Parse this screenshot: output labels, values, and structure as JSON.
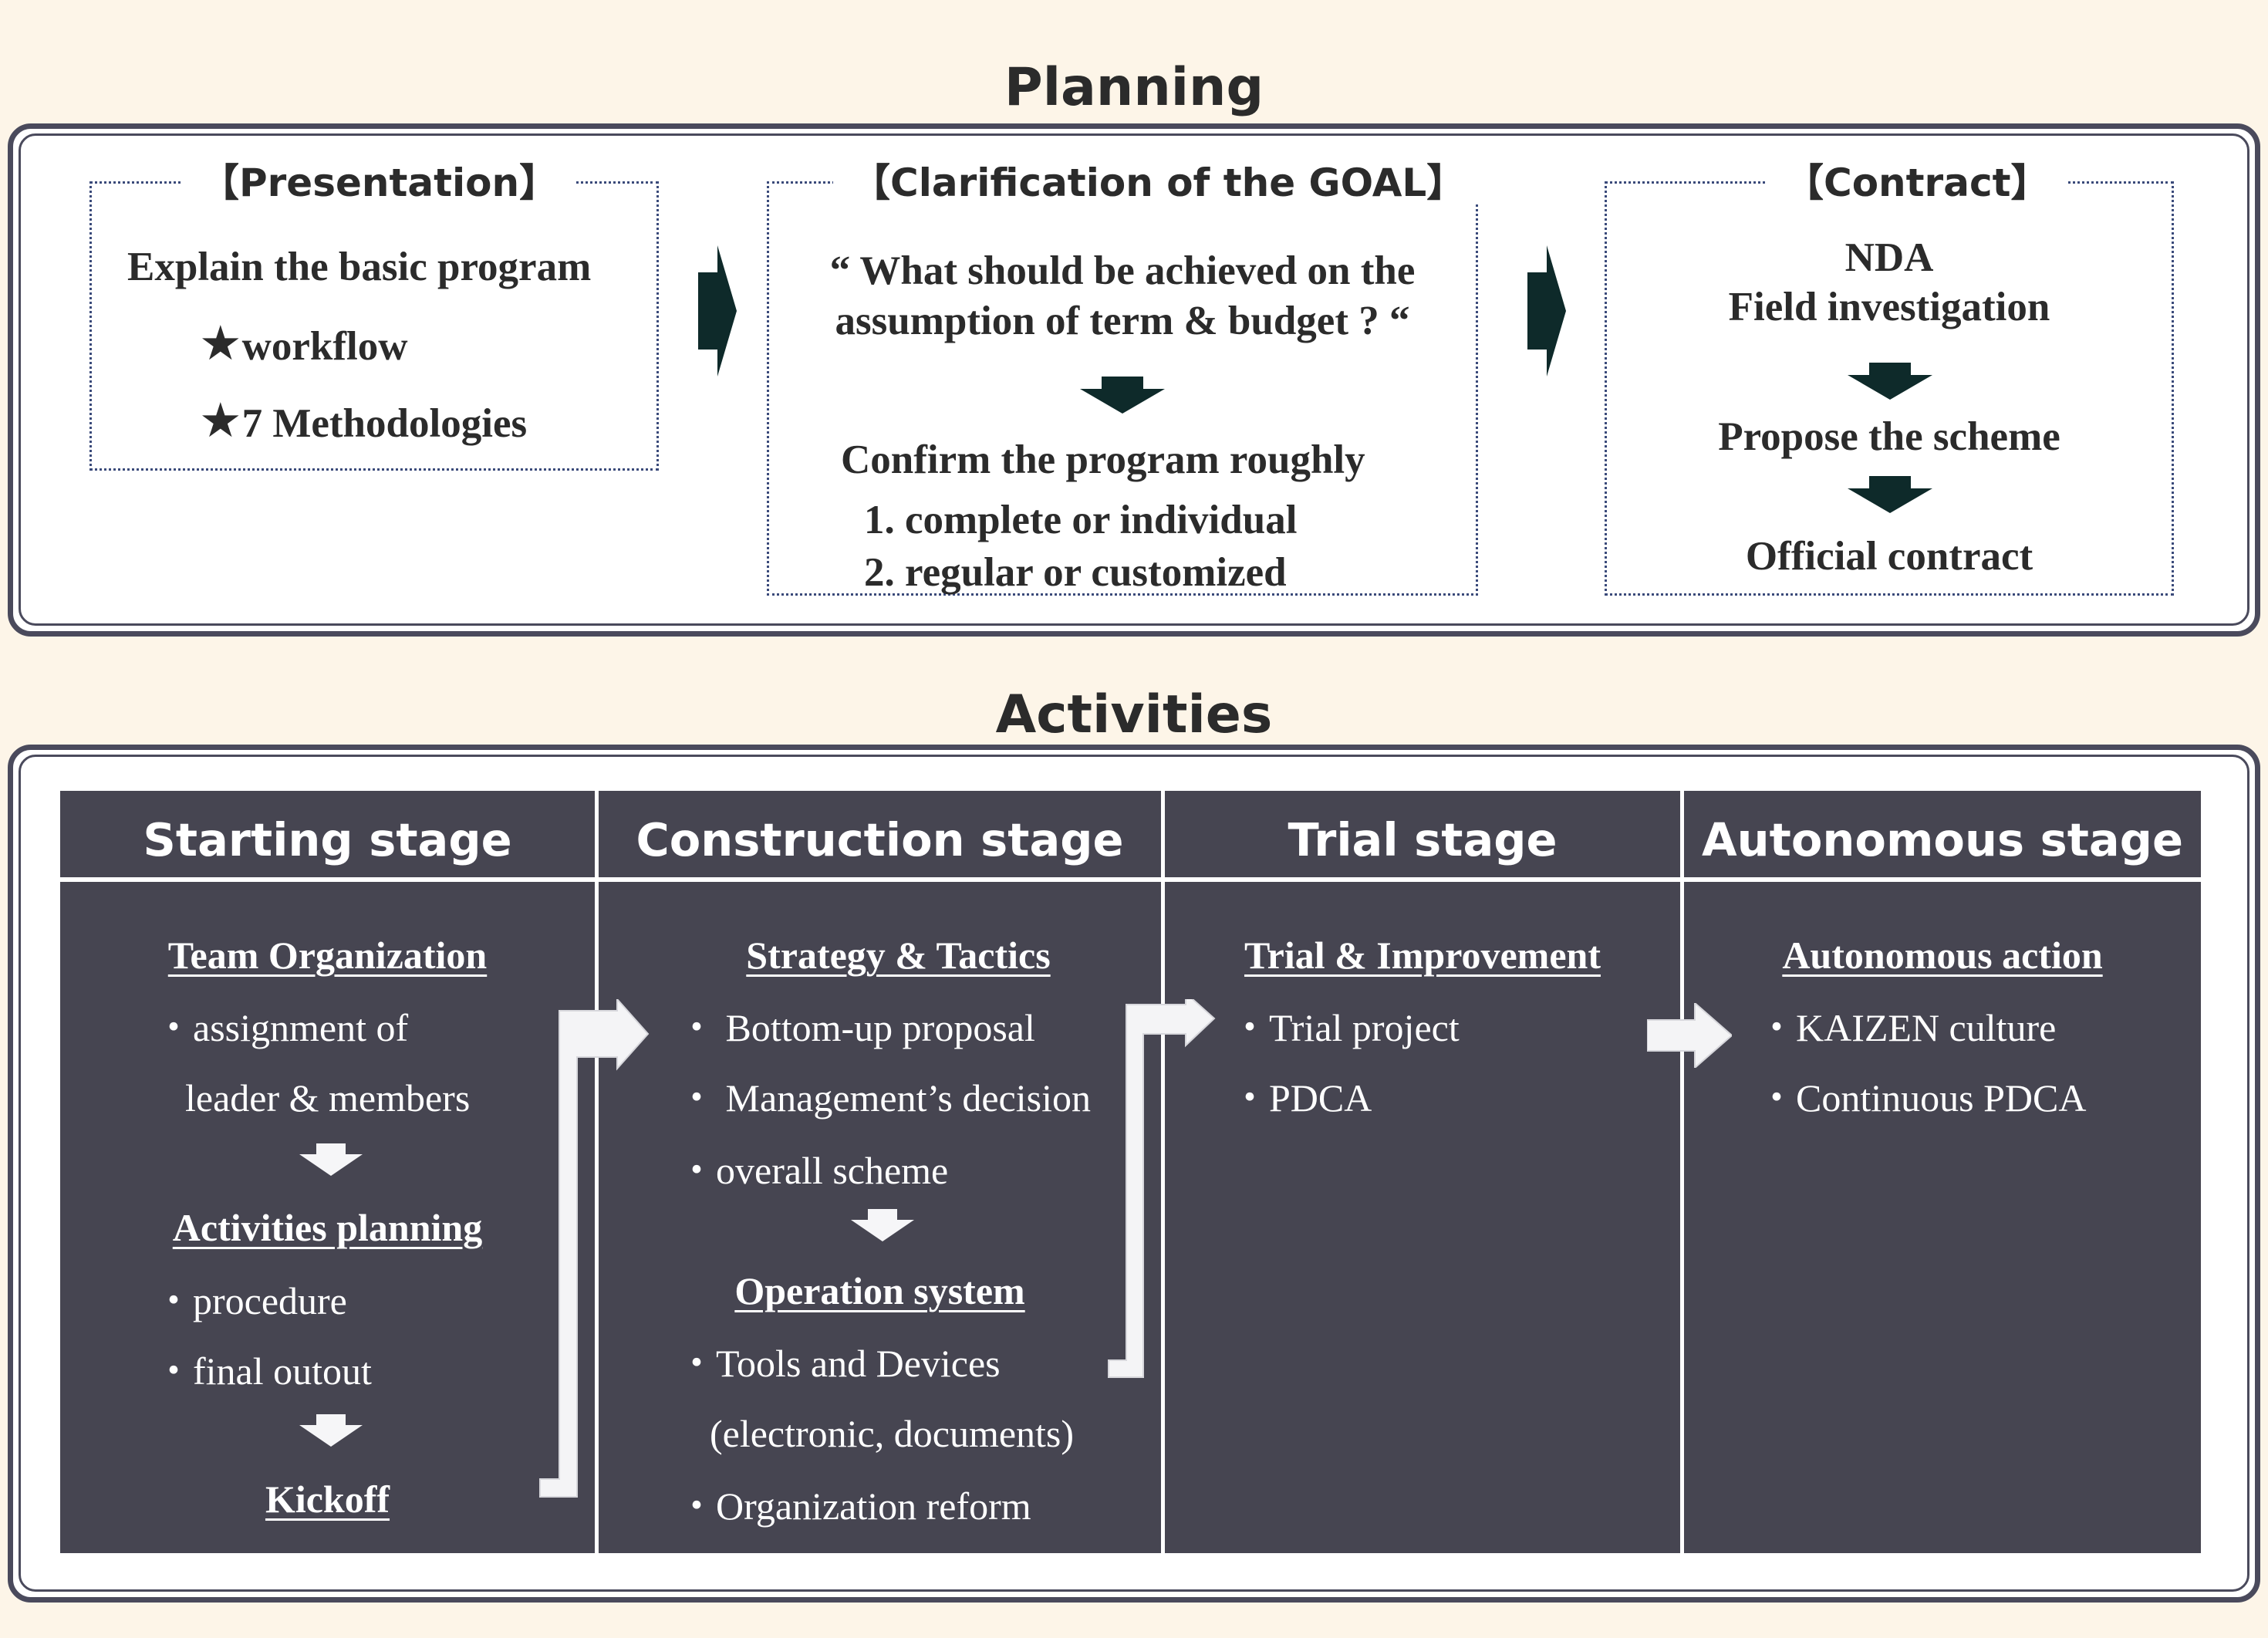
{
  "planning": {
    "title": "Planning",
    "presentation": {
      "heading": "【Presentation】",
      "lines": [
        "Explain the basic program",
        "workflow",
        "7 Methodologies"
      ],
      "bullet_icon": "star-icon"
    },
    "clarification": {
      "heading": "【Clarification of the GOAL】",
      "question_lines": [
        "“ What should be achieved on the",
        "assumption of term & budget ? “"
      ],
      "confirm": "Confirm the program roughly",
      "options": [
        "1. complete or individual",
        "2. regular or customized"
      ]
    },
    "contract": {
      "heading": "【Contract】",
      "steps": [
        "NDA",
        "Field investigation",
        "Propose the scheme",
        "Official contract"
      ]
    }
  },
  "activities": {
    "title": "Activities",
    "columns": [
      {
        "header": "Starting stage",
        "items": {
          "h1": "Team Organization",
          "b1": "・assignment of",
          "b1b": "leader & members",
          "h2": "Activities planning",
          "b2": "・procedure",
          "b3": "・final outout",
          "h3": "Kickoff"
        }
      },
      {
        "header": "Construction stage",
        "items": {
          "h1": "Strategy & Tactics",
          "b1": "・ Bottom-up proposal",
          "b2": "・ Management’s decision",
          "b3": "・overall scheme",
          "h2": "Operation system",
          "b4": "・Tools and Devices",
          "b4b": "(electronic, documents)",
          "b5": "・Organization reform"
        }
      },
      {
        "header": "Trial stage",
        "items": {
          "h1": "Trial & Improvement",
          "b1": "・Trial project",
          "b2": "・PDCA"
        }
      },
      {
        "header": "Autonomous stage",
        "items": {
          "h1": "Autonomous action",
          "b1": "・KAIZEN culture",
          "b2": "・Continuous PDCA"
        }
      }
    ]
  },
  "colors": {
    "background": "#fdf5e8",
    "frame": "#4a4a5c",
    "panel": "#464551",
    "arrow_dark": "#0e2a2a",
    "text": "#2b2b2b"
  }
}
